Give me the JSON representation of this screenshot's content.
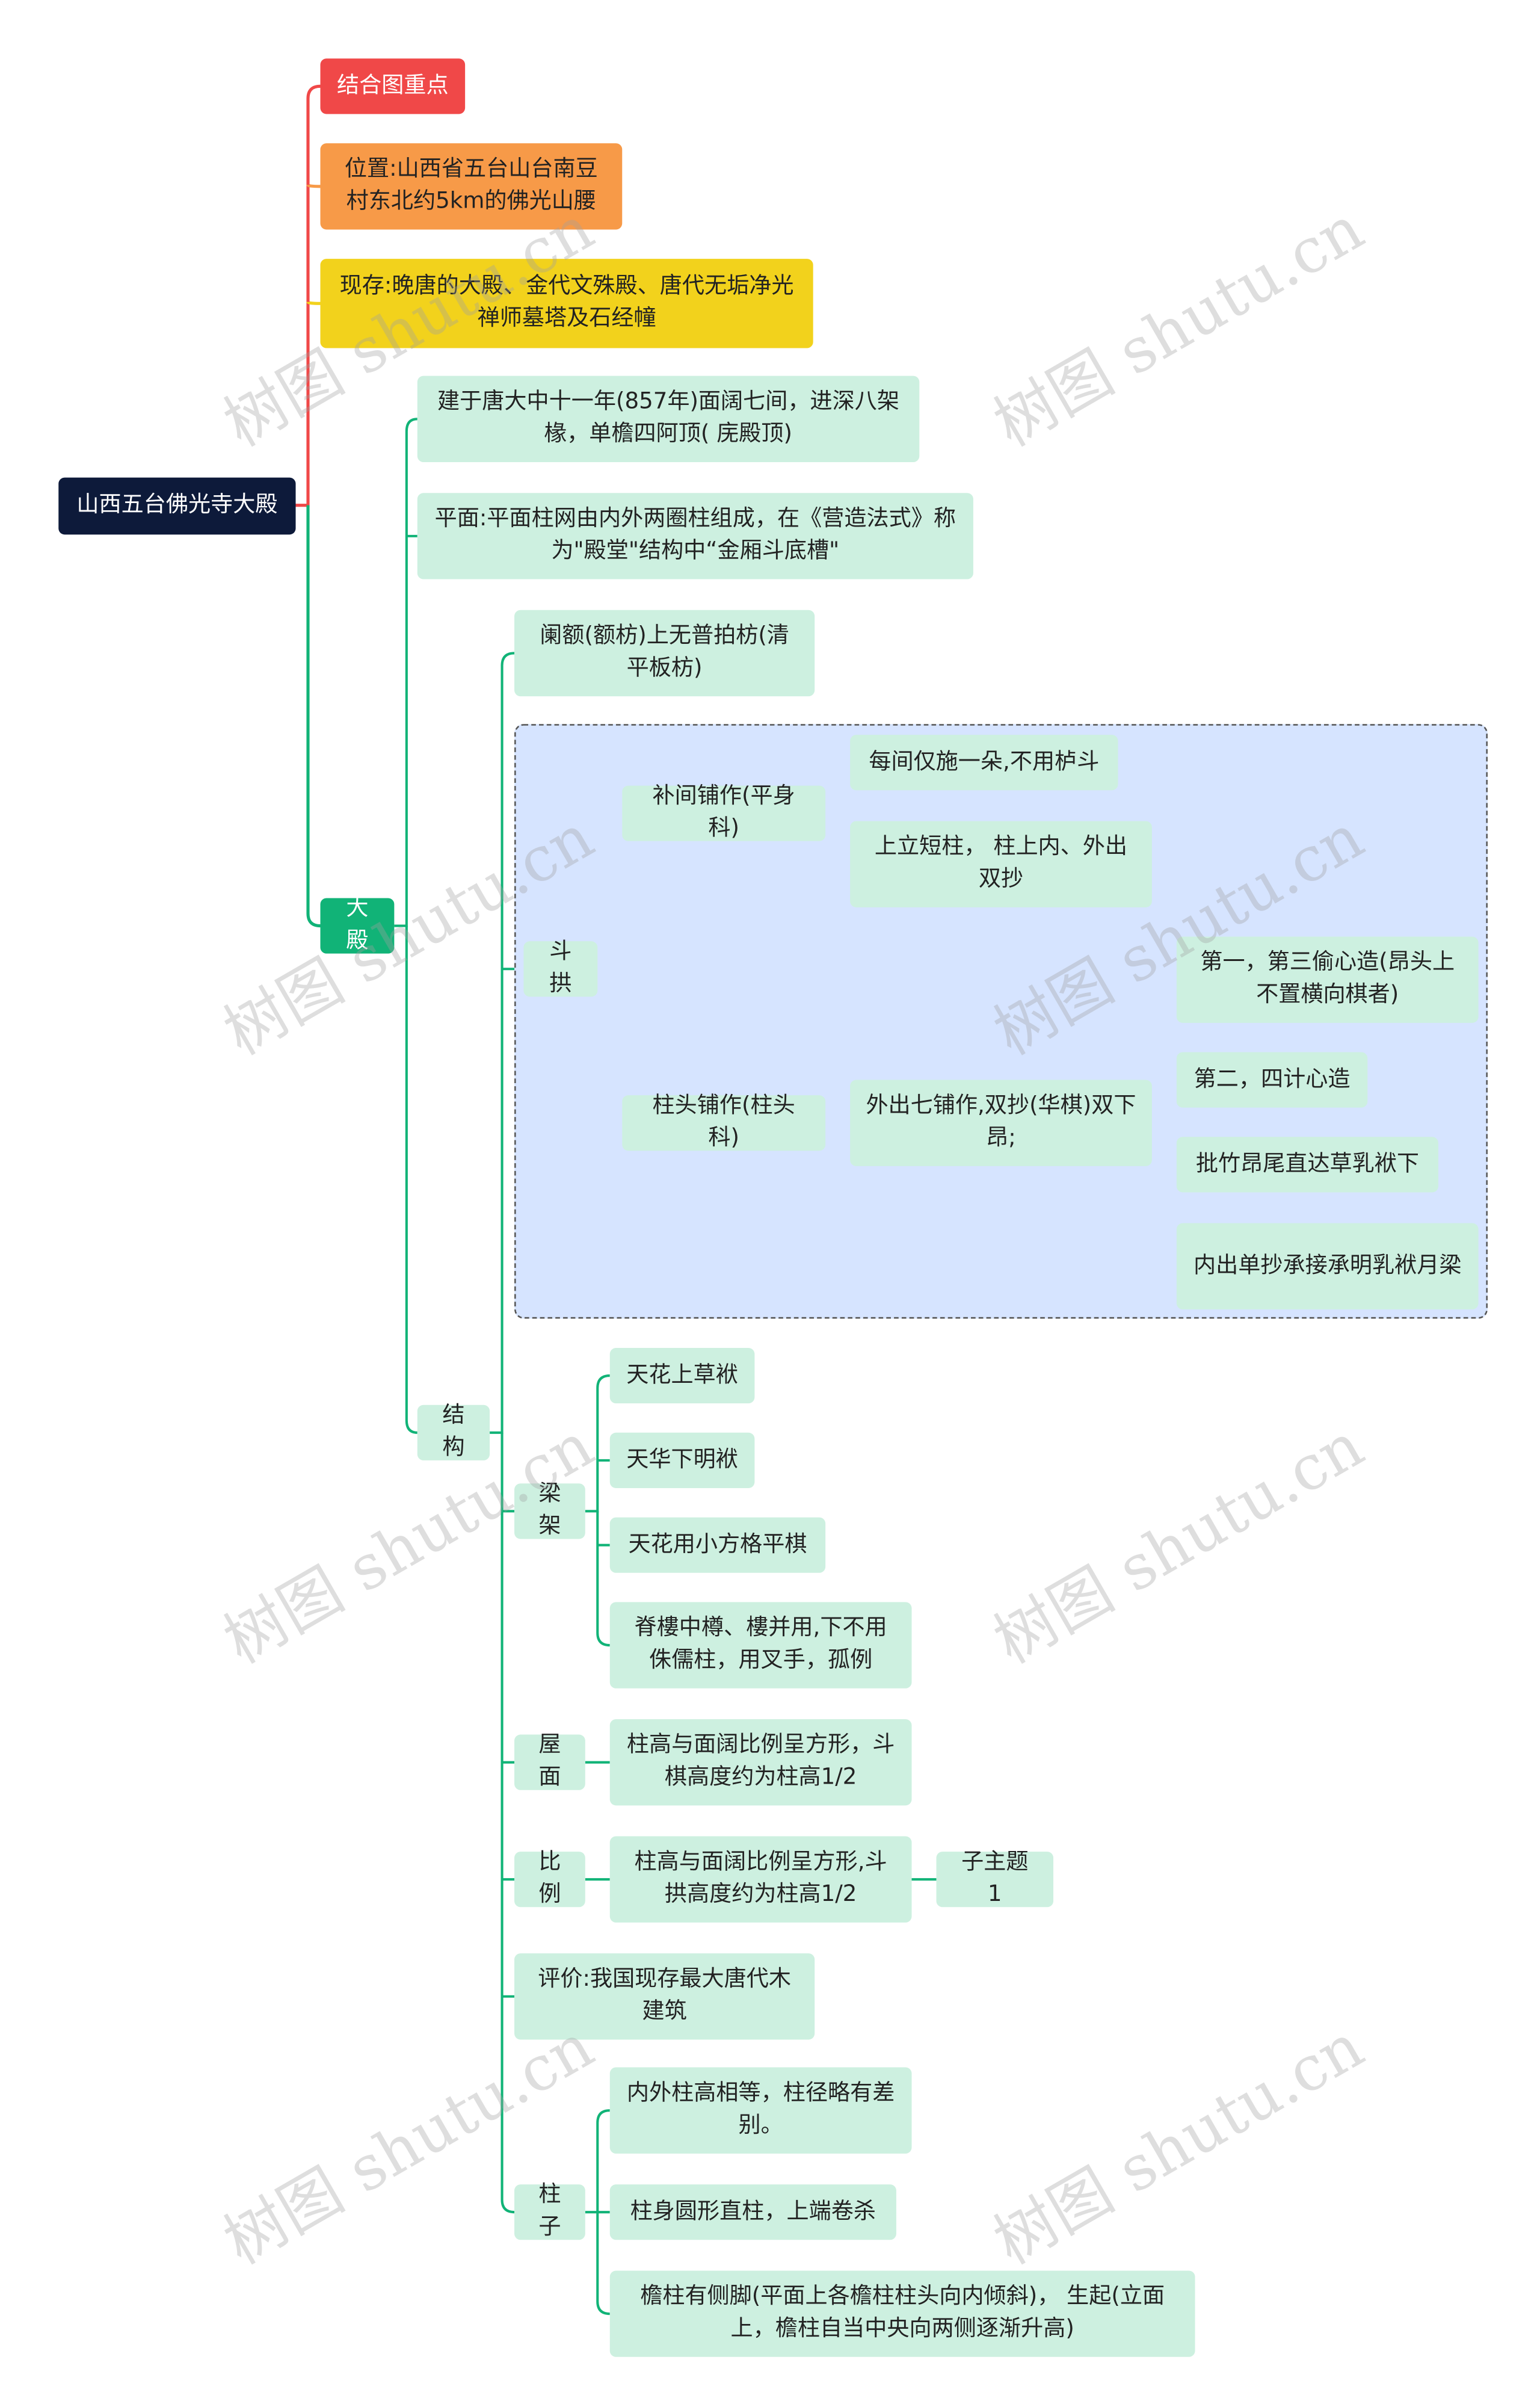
{
  "root": "山西五台佛光寺大殿",
  "top": {
    "focus": "结合图重点",
    "location": "位置:山西省五台山台南豆村东北约5km的佛光山腰",
    "existing": "现存:晚唐的大殿、金代文殊殿、唐代无垢净光禅师墓塔及石经幢"
  },
  "hall": {
    "label": "大殿",
    "built": "建于唐大中十一年(857年)面阔七间，进深八架椽，单檐四阿顶( 庑殿顶)",
    "plan": "平面:平面柱网由内外两圈柱组成，在《营造法式》称为\"殿堂\"结构中“金厢斗底槽\"",
    "structure": {
      "label": "结构",
      "lane": "阑额(额枋)上无普拍枋(清平板枋)",
      "dougong": {
        "label": "斗拱",
        "bujian": {
          "label": "补间铺作(平身科)",
          "items": [
            "每间仅施一朵,不用栌斗",
            "上立短柱， 柱上内、外出双抄"
          ]
        },
        "zhutou": {
          "label": "柱头铺作(柱头科)",
          "detail": "外出七铺作,双抄(华棋)双下昂;",
          "items": [
            "第一，第三偷心造(昂头上不置横向棋者)",
            "第二，四计心造",
            "批竹昂尾直达草乳袱下",
            "内出单抄承接承明乳袱月梁"
          ]
        }
      },
      "beams": {
        "label": "梁架",
        "items": [
          "天花上草袱",
          "天华下明袱",
          "天花用小方格平棋",
          "脊樓中樽、樓并用,下不用侏儒柱，用叉手，孤例"
        ]
      },
      "roof": {
        "label": "屋面",
        "text": "柱高与面阔比例呈方形，斗棋高度约为柱高1/2"
      },
      "ratio": {
        "label": "比例",
        "text": "柱高与面阔比例呈方形,斗拱高度约为柱高1/2",
        "sub": "子主题 1"
      },
      "eval": "评价:我国现存最大唐代木建筑",
      "columns": {
        "label": "柱子",
        "items": [
          "内外柱高相等，柱径略有差别。",
          "柱身圆形直柱，上端卷杀",
          "檐柱有侧脚(平面上各檐柱柱头向内倾斜)， 生起(立面上，檐柱自当中央向两侧逐渐升高)"
        ]
      }
    }
  },
  "watermark": "树图 shutu.cn",
  "colors": {
    "root": "#0d1a3a",
    "focus": "#f04848",
    "location": "#f79a48",
    "existing": "#f2d21c",
    "hall": "#11b377",
    "node": "#cdf0e0",
    "group": "#d6e4ff"
  }
}
